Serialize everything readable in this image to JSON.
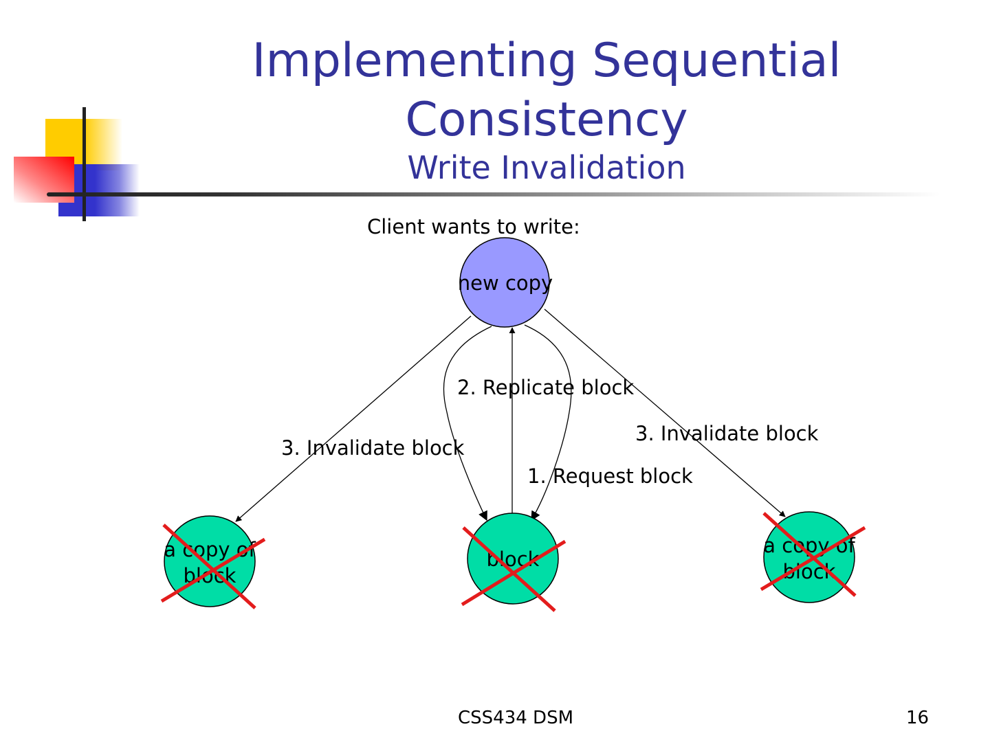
{
  "slide": {
    "title": "Implementing Sequential Consistency",
    "title_line1": "Implementing Sequential",
    "title_line2": "Consistency",
    "subtitle": "Write Invalidation",
    "footer_text": "CSS434 DSM",
    "page_number": "16"
  },
  "diagram": {
    "caption": "Client wants to write:",
    "nodes": {
      "client": {
        "label": "new copy",
        "fill": "#9999ff"
      },
      "left_copy": {
        "label_line1": "a copy of",
        "label_line2": "block",
        "fill": "#00dda6",
        "invalidated": true
      },
      "owner": {
        "label": "block",
        "fill": "#00dda6",
        "invalidated": true
      },
      "right_copy": {
        "label_line1": "a copy of",
        "label_line2": "block",
        "fill": "#00dda6",
        "invalidated": true
      }
    },
    "edges": {
      "request": "1. Request block",
      "replicate": "2. Replicate block",
      "invalidate_left": "3. Invalidate block",
      "invalidate_right": "3. Invalidate block"
    },
    "cross_color": "#e31c1c"
  }
}
